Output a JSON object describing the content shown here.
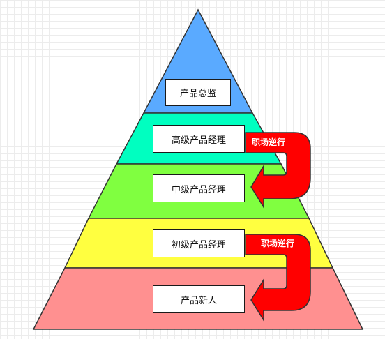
{
  "diagram": {
    "levels": [
      {
        "label": "产品总监",
        "color": "#5aaaff"
      },
      {
        "label": "高级产品经理",
        "color": "#00ffc0"
      },
      {
        "label": "中级产品经理",
        "color": "#80ff40"
      },
      {
        "label": "初级产品经理",
        "color": "#ffff40"
      },
      {
        "label": "产品新人",
        "color": "#ff9090"
      }
    ],
    "arrows": [
      {
        "label": "职场逆行",
        "color": "#ff0000"
      },
      {
        "label": "职场逆行",
        "color": "#ff0000"
      }
    ]
  }
}
